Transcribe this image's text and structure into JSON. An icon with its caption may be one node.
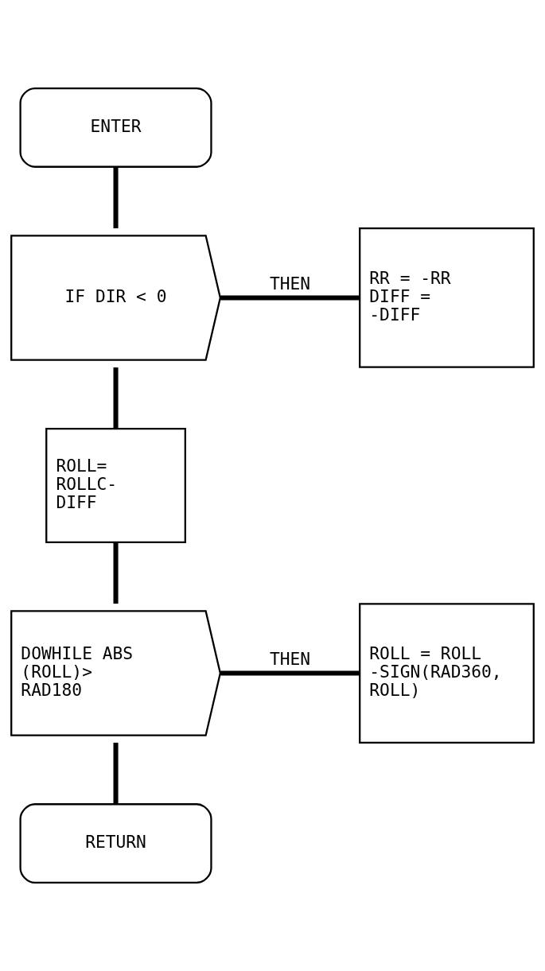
{
  "diagram": {
    "nodes": [
      {
        "text": [
          "ENTER"
        ]
      },
      {
        "text": [
          "IF DIR < 0"
        ]
      },
      {
        "text": [
          "RR = -RR DIFF = -DIFF"
        ]
      },
      {
        "text": [
          "ROLL= ROLLC- DIFF"
        ]
      },
      {
        "text": [
          "DOWHILE ABS (ROLL)> RAD180"
        ]
      },
      {
        "text": [
          "ROLL = ROLL -SIGN(RAD360, ROLL)"
        ]
      },
      {
        "text": [
          "RETURN"
        ]
      }
    ],
    "edges": [
      {
        "from": 0,
        "to": 1,
        "arrow": "none"
      },
      {
        "from": 1,
        "to": 2,
        "arrow": "none",
        "label": "THEN"
      },
      {
        "from": 1,
        "to": 3,
        "arrow": "none"
      },
      {
        "from": 3,
        "to": 4,
        "arrow": "none"
      },
      {
        "from": 4,
        "to": 5,
        "arrow": "none",
        "label": "THEN"
      },
      {
        "from": 4,
        "to": 6,
        "arrow": "none"
      }
    ]
  }
}
